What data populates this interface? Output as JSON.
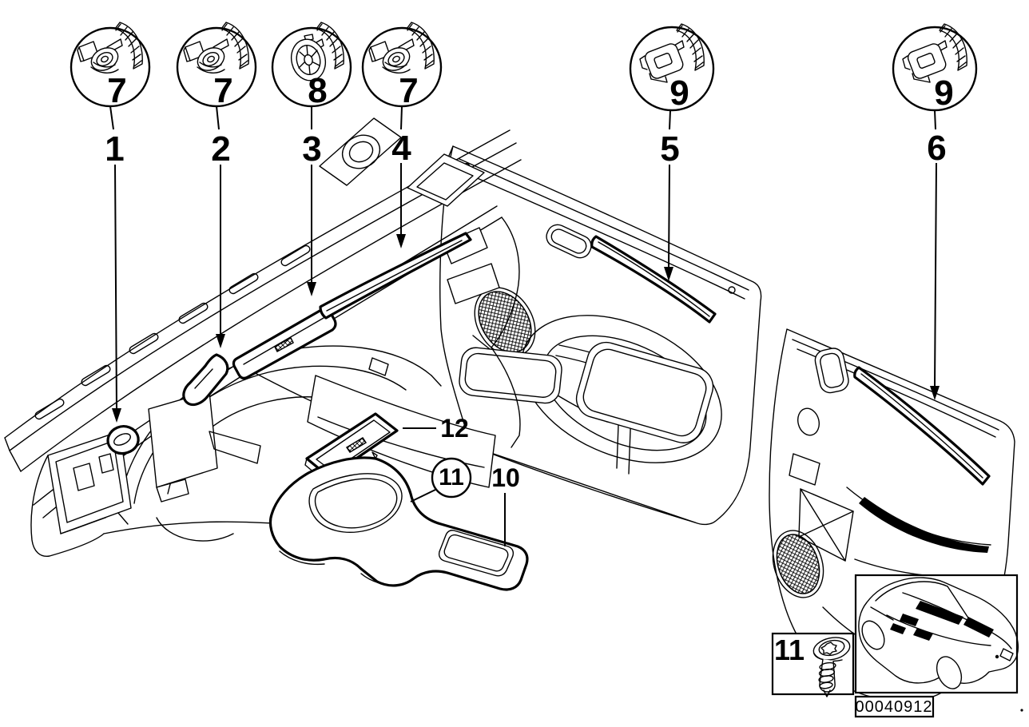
{
  "diagram": {
    "type": "vehicle-interior-trim-parts-diagram",
    "drawing_number": "00040912",
    "fastener_callouts": {
      "pos1": {
        "number": "7",
        "icon": "round-push-pin-clip-icon"
      },
      "pos2": {
        "number": "7",
        "icon": "round-push-pin-clip-icon"
      },
      "pos3": {
        "number": "8",
        "icon": "grommet-wheel-clip-icon"
      },
      "pos4": {
        "number": "7",
        "icon": "round-push-pin-clip-icon"
      },
      "pos5": {
        "number": "9",
        "icon": "square-clip-icon"
      },
      "pos6": {
        "number": "9",
        "icon": "square-clip-icon"
      }
    },
    "part_callouts": {
      "p1": "1",
      "p2": "2",
      "p3": "3",
      "p4": "4",
      "p5": "5",
      "p6": "6",
      "p10": "10",
      "p11": "11",
      "p12": "12"
    },
    "legend": {
      "screw_callout": "11",
      "screw_icon": "torx-screw-icon",
      "car_icon": "car-location-thumbnail"
    }
  }
}
